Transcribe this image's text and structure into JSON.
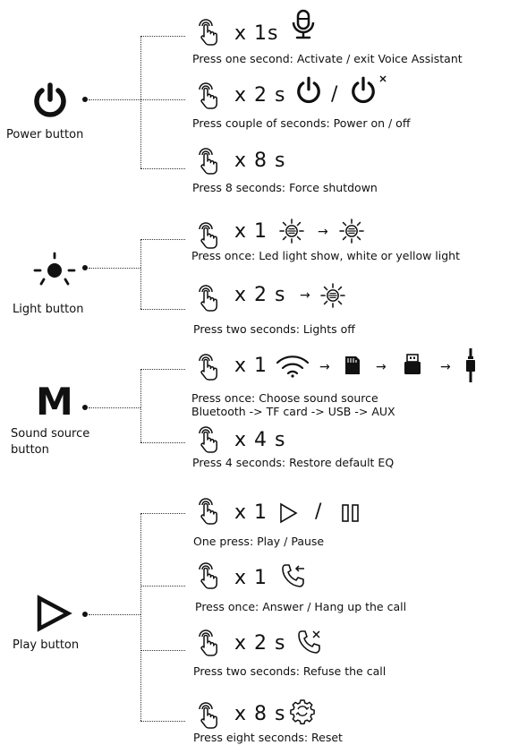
{
  "power": {
    "label": "Power button",
    "rows": [
      {
        "count": "x 1s",
        "desc": "Press one second: Activate / exit Voice Assistant"
      },
      {
        "count": "x 2 s",
        "sep": "/",
        "desc": "Press couple of seconds: Power on / off"
      },
      {
        "count": "x 8 s",
        "desc": "Press 8 seconds: Force shutdown"
      }
    ]
  },
  "light": {
    "label": "Light button",
    "rows": [
      {
        "count": "x 1",
        "arrow": "→",
        "desc": "Press once: Led light show, white or yellow light"
      },
      {
        "count": "x 2 s",
        "arrow": "→",
        "desc": "Press two seconds: Lights off"
      }
    ]
  },
  "sound": {
    "symbol": "M",
    "label_line1": "Sound source",
    "label_line2": "button",
    "rows": [
      {
        "count": "x 1",
        "arrows": [
          "→",
          "→",
          "→"
        ],
        "desc": "Press once: Choose sound source",
        "desc2": "Bluetooth -> TF card -> USB -> AUX"
      },
      {
        "count": "x 4 s",
        "desc": "Press 4 seconds: Restore default EQ"
      }
    ]
  },
  "play": {
    "label": "Play button",
    "rows": [
      {
        "count": "x 1",
        "sep": "/",
        "desc": "One press: Play / Pause"
      },
      {
        "count": "x 1",
        "desc": "Press once: Answer / Hang up the call"
      },
      {
        "count": "x 2 s",
        "desc": "Press two seconds: Refuse the call"
      },
      {
        "count": "x 8 s",
        "desc": "Press eight seconds: Reset"
      }
    ]
  },
  "icons": [
    "power-icon",
    "light-icon",
    "play-icon",
    "hand-tap-icon",
    "microphone-icon",
    "sun-icon",
    "wifi-icon",
    "sd-card-icon",
    "usb-drive-icon",
    "aux-jack-icon",
    "pause-icon",
    "phone-incoming-icon",
    "phone-reject-icon",
    "reset-gear-icon"
  ]
}
